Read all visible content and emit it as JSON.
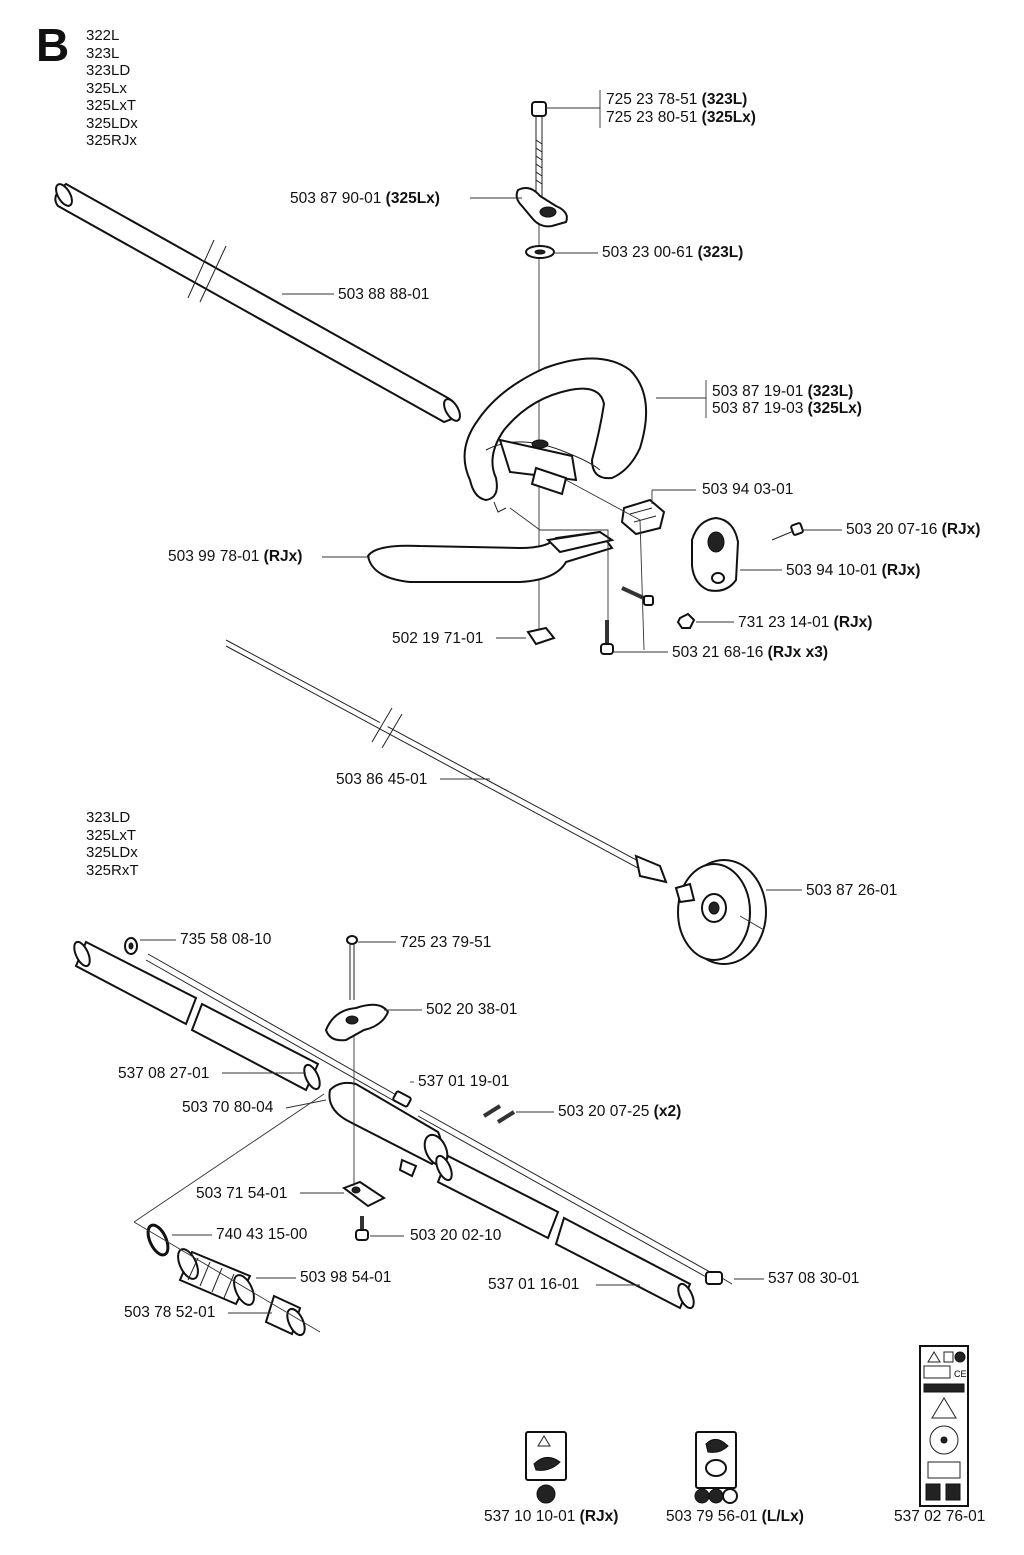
{
  "section": "B",
  "models_top": [
    "322L",
    "323L",
    "323LD",
    "325Lx",
    "325LxT",
    "325LDx",
    "325RJx"
  ],
  "models_bottom": [
    "323LD",
    "325LxT",
    "325LDx",
    "325RxT"
  ],
  "parts": [
    {
      "id": "bolt-long",
      "number": "725 23 78-51",
      "note": "(323L)"
    },
    {
      "id": "bolt-long-b",
      "number": "725 23 80-51",
      "note": "(325Lx)"
    },
    {
      "id": "wing-knob",
      "number": "503 87 90-01",
      "note": "(325Lx)"
    },
    {
      "id": "washer",
      "number": "503 23 00-61",
      "note": "(323L)"
    },
    {
      "id": "shaft-tube",
      "number": "503 88 88-01",
      "note": ""
    },
    {
      "id": "handle-loop",
      "number": "503 87 19-01",
      "note": "(323L)"
    },
    {
      "id": "handle-loop-b",
      "number": "503 87 19-03",
      "note": "(325Lx)"
    },
    {
      "id": "clamp-block",
      "number": "503 94 03-01",
      "note": ""
    },
    {
      "id": "screw-a",
      "number": "503 20 07-16",
      "note": "(RJx)"
    },
    {
      "id": "bracket",
      "number": "503 94 10-01",
      "note": "(RJx)"
    },
    {
      "id": "nut",
      "number": "731 23 14-01",
      "note": "(RJx)"
    },
    {
      "id": "screw-b",
      "number": "503 21 68-16",
      "note": "(RJx x3)"
    },
    {
      "id": "barrier",
      "number": "503 99 78-01",
      "note": "(RJx)"
    },
    {
      "id": "square-nut",
      "number": "502 19 71-01",
      "note": ""
    },
    {
      "id": "drive-shaft",
      "number": "503 86 45-01",
      "note": ""
    },
    {
      "id": "clutch-drum",
      "number": "503 87 26-01",
      "note": ""
    },
    {
      "id": "small-washer",
      "number": "735 58 08-10",
      "note": ""
    },
    {
      "id": "bolt-short",
      "number": "725 23 79-51",
      "note": ""
    },
    {
      "id": "wing-knob-b",
      "number": "502 20 38-01",
      "note": ""
    },
    {
      "id": "tube-upper",
      "number": "537 08 27-01",
      "note": ""
    },
    {
      "id": "shaft-upper",
      "number": "537 01 19-01",
      "note": ""
    },
    {
      "id": "coupling",
      "number": "503 70 80-04",
      "note": ""
    },
    {
      "id": "screws-x2",
      "number": "503 20 07-25",
      "note": "(x2)"
    },
    {
      "id": "clamp-plate",
      "number": "503 71 54-01",
      "note": ""
    },
    {
      "id": "o-ring",
      "number": "740 43 15-00",
      "note": ""
    },
    {
      "id": "screw-c",
      "number": "503 20 02-10",
      "note": ""
    },
    {
      "id": "bushing",
      "number": "503 98 54-01",
      "note": ""
    },
    {
      "id": "tube-lower",
      "number": "537 01 16-01",
      "note": ""
    },
    {
      "id": "shaft-lower",
      "number": "537 08 30-01",
      "note": ""
    },
    {
      "id": "end-sleeve",
      "number": "503 78 52-01",
      "note": ""
    },
    {
      "id": "decal-a",
      "number": "537 10 10-01",
      "note": "(RJx)"
    },
    {
      "id": "decal-b",
      "number": "503 79 56-01",
      "note": "(L/Lx)"
    },
    {
      "id": "decal-sheet",
      "number": "537 02 76-01",
      "note": ""
    }
  ],
  "decal_text": {
    "ce": "CE"
  }
}
